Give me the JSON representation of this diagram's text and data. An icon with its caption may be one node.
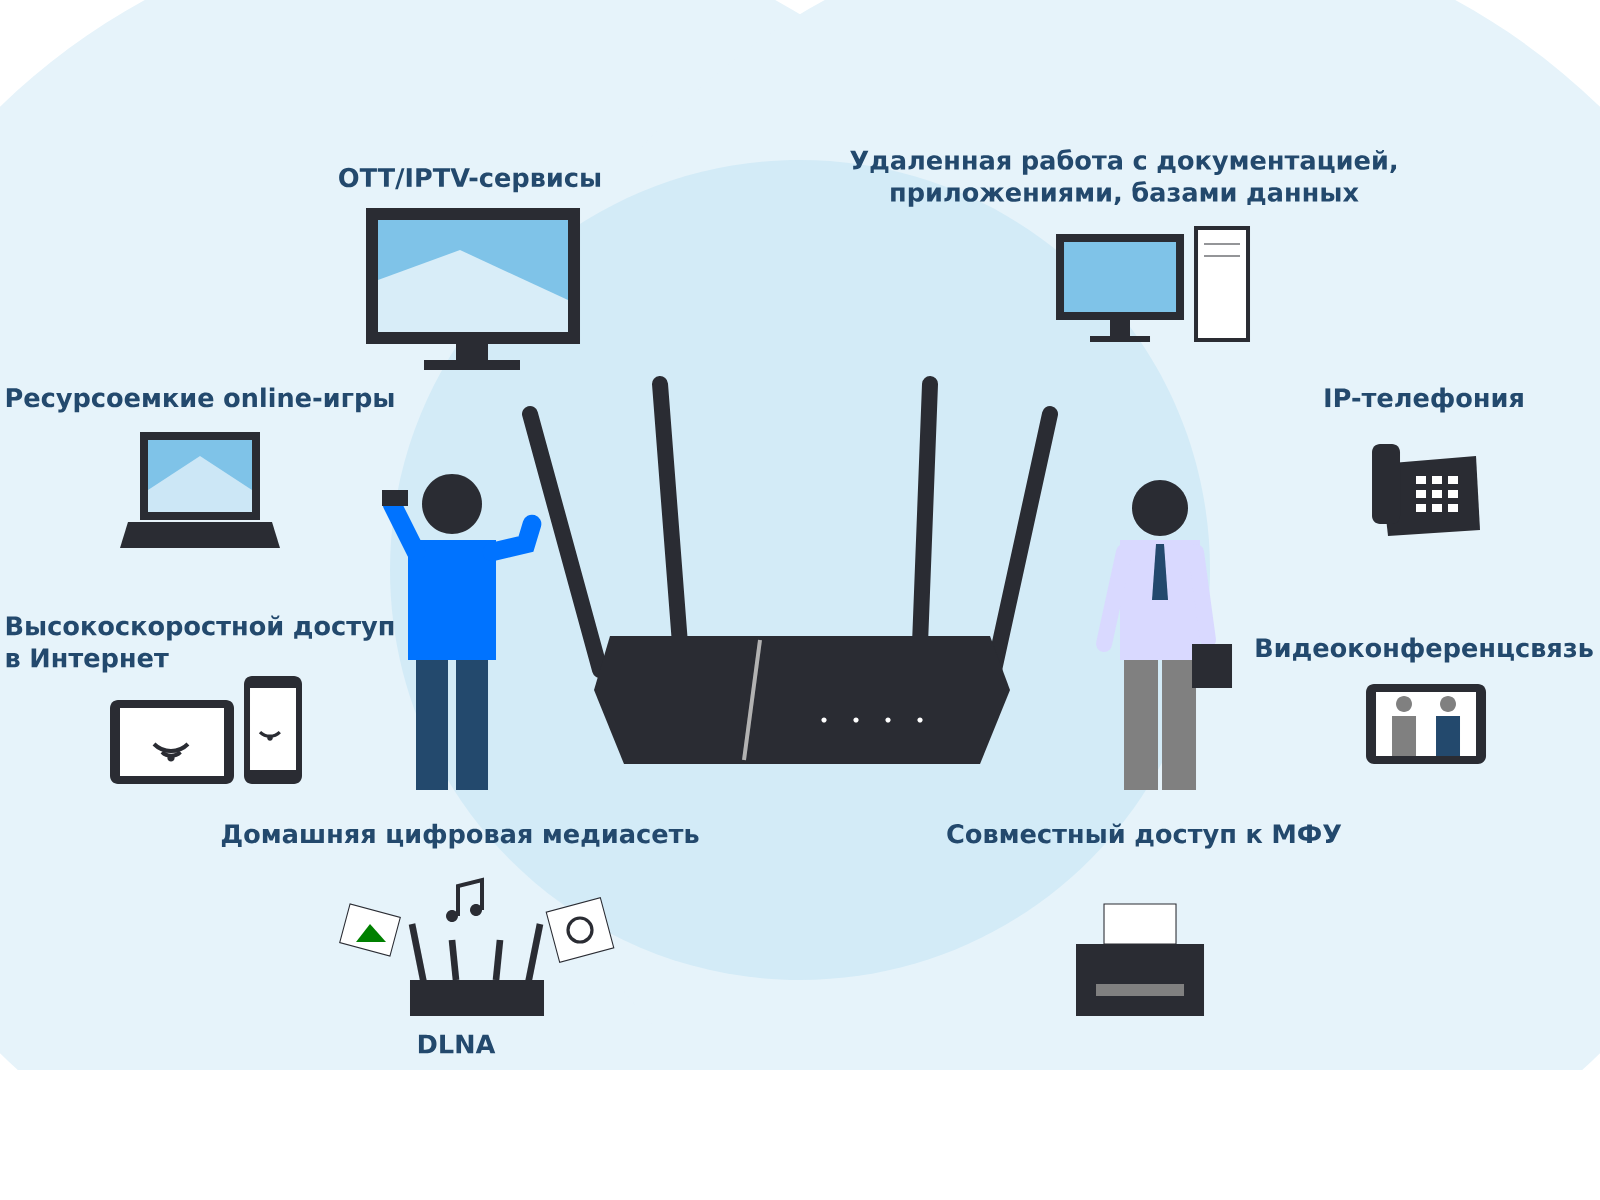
{
  "diagram": {
    "labels": [
      "OTT/IPTV-сервисы",
      "Ресурсоемкие online-игры",
      "Высокоскоростной доступ в Интернет",
      "Домашняя цифровая медиасеть",
      "DLNA",
      "Удаленная работа с документацией, приложениями, базами данных",
      "IP-телефония",
      "Видеоконференцсвязь",
      "Совместный доступ к МФУ"
    ]
  }
}
